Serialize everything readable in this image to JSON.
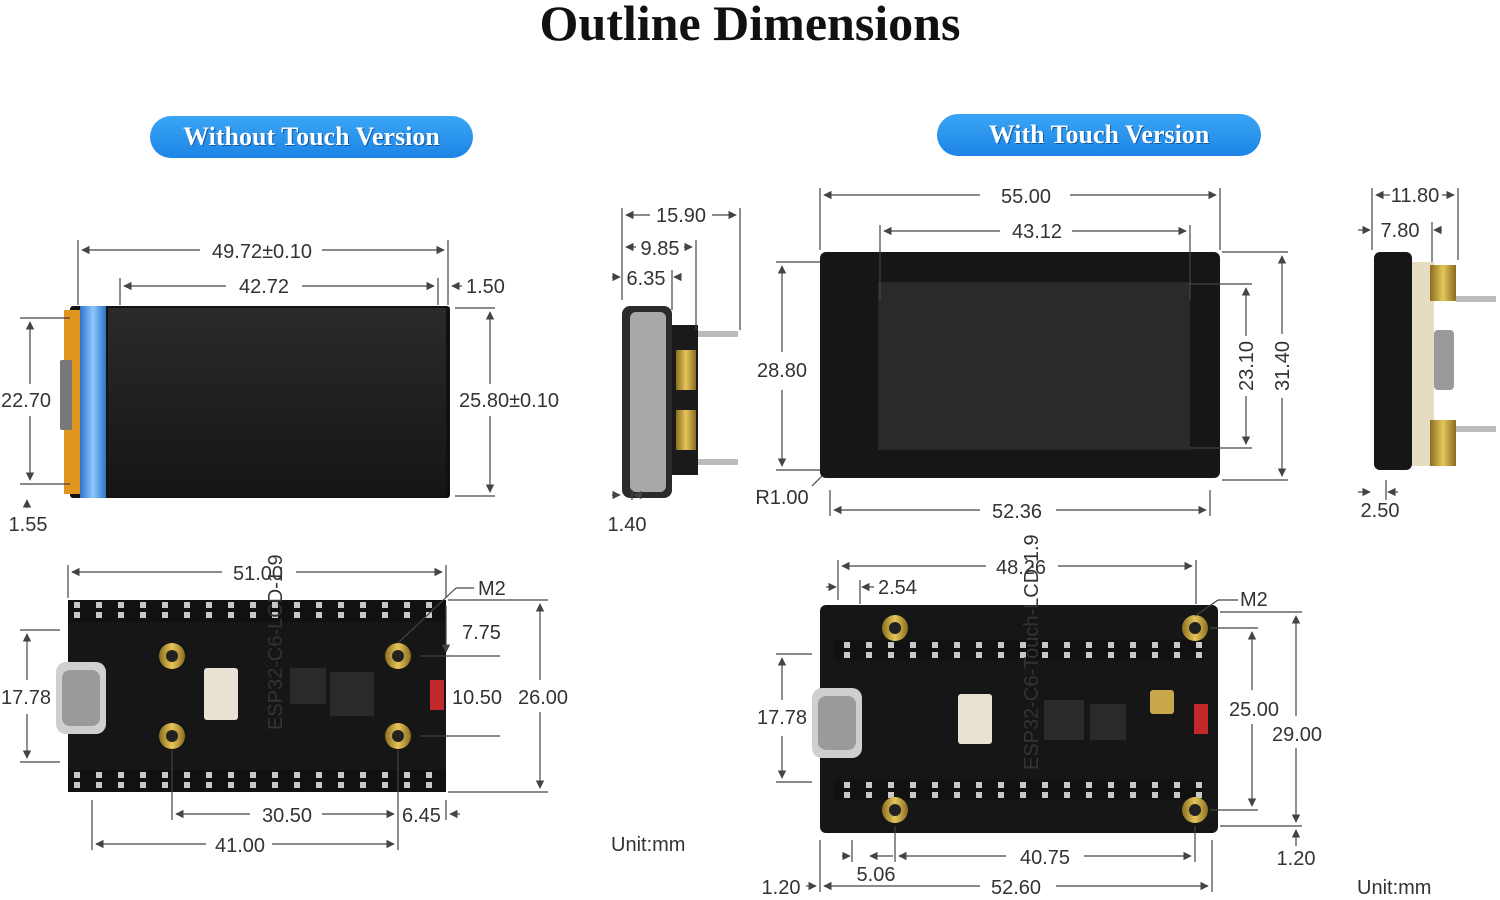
{
  "title": "Outline Dimensions",
  "left_panel": {
    "label": "Without Touch Version"
  },
  "right_panel": {
    "label": "With Touch Version"
  },
  "unit_label": "Unit:mm",
  "left": {
    "lcd_width": "49.72±0.10",
    "lcd_active_width": "42.72",
    "lcd_bezel": "1.50",
    "lcd_height_left": "22.70",
    "lcd_height": "25.80±0.10",
    "lcd_bottom": "1.55",
    "side_depth": "15.90",
    "side_pin": "9.85",
    "side_body": "6.35",
    "side_glass": "1.40",
    "pcb_width": "51.00",
    "pcb_hole": "M2",
    "pcb_v1": "7.75",
    "pcb_v2": "10.50",
    "pcb_height": "26.00",
    "pcb_usb": "17.78",
    "pcb_holes_x": "30.50",
    "pcb_edge": "6.45",
    "pcb_holes_total": "41.00",
    "silk_model": "ESP32-C6-LCD-1.9"
  },
  "right": {
    "touch_width": "55.00",
    "touch_active": "43.12",
    "touch_height_left": "28.80",
    "touch_active_h": "23.10",
    "touch_height": "31.40",
    "touch_radius": "R1.00",
    "touch_bottom_w": "52.36",
    "side_depth": "11.80",
    "side_body": "7.80",
    "side_glass": "2.50",
    "pcb_header": "48.26",
    "pcb_pitch": "2.54",
    "pcb_hole": "M2",
    "pcb_usb": "17.78",
    "pcb_v_holes": "25.00",
    "pcb_height": "29.00",
    "pcb_left": "5.06",
    "pcb_holes_x": "40.75",
    "pcb_edge_r": "1.20",
    "pcb_edge_l": "1.20",
    "pcb_width": "52.60",
    "silk_model": "ESP32-C6-Touch-LCD-1.9"
  }
}
